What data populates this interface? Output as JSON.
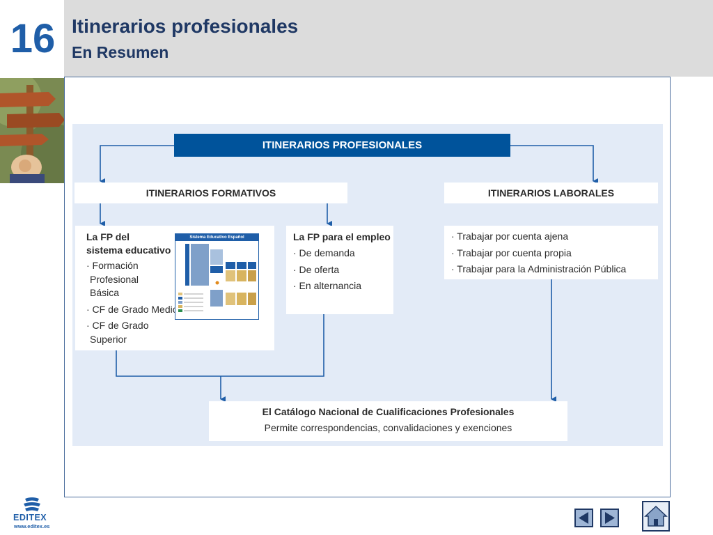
{
  "header": {
    "chapter_number": "16",
    "title": "Itinerarios profesionales",
    "subtitle": "En Resumen"
  },
  "diagram": {
    "root": "ITINERARIOS PROFESIONALES",
    "formativos": {
      "title": "ITINERARIOS FORMATIVOS",
      "fp_sistema": {
        "title_line1": "La FP del",
        "title_line2": "sistema educativo",
        "items": [
          "· Formación",
          "Profesional",
          "Básica",
          "· CF de Grado Medio",
          "· CF de Grado",
          "Superior"
        ]
      },
      "fp_empleo": {
        "title": "La FP para el empleo",
        "items": [
          "· De demanda",
          "· De oferta",
          "· En alternancia"
        ]
      },
      "thumbnail_title": "Sistema Educativo Español"
    },
    "laborales": {
      "title": "ITINERARIOS LABORALES",
      "items": [
        "· Trabajar por cuenta ajena",
        "· Trabajar por cuenta propia",
        "· Trabajar para la Administración Pública"
      ]
    },
    "catalogo": {
      "title": "El Catálogo Nacional de Cualificaciones Profesionales",
      "subtitle": "Permite correspondencias, convalidaciones y exenciones"
    }
  },
  "footer": {
    "logo_text": "EDITEX",
    "logo_url": "www.editex.es",
    "prev_icon": "triangle-left-icon",
    "next_icon": "triangle-right-icon",
    "home_icon": "home-icon"
  },
  "colors": {
    "accent_blue": "#00539b",
    "diagram_bg": "#e3ebf7",
    "header_bg": "#dcdcdc",
    "title_color": "#1f3864"
  }
}
